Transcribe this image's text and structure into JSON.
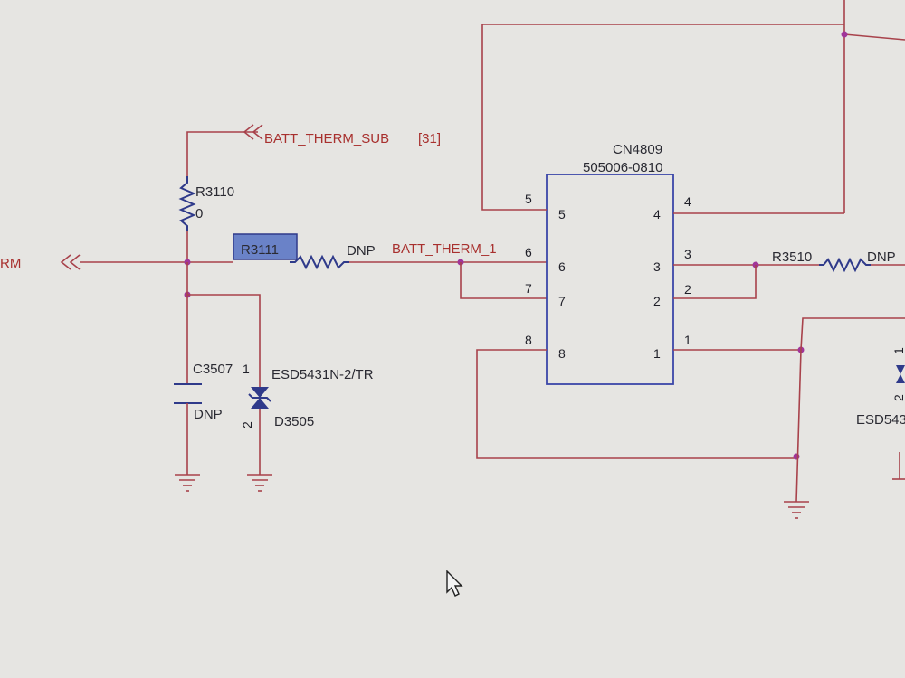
{
  "nets": {
    "batt_therm_sub": "BATT_THERM_SUB",
    "batt_therm_sub_ref": "[31]",
    "batt_therm_1": "BATT_THERM_1",
    "left_net_partial": "RM"
  },
  "components": {
    "r3110": {
      "ref": "R3110",
      "value": "0"
    },
    "r3111": {
      "ref": "R3111",
      "value": "DNP"
    },
    "c3507": {
      "ref": "C3507",
      "value": "DNP"
    },
    "d3505": {
      "ref": "D3505",
      "part": "ESD5431N-2/TR",
      "pin1": "1",
      "pin2": "2"
    },
    "r3510": {
      "ref": "R3510",
      "value": "DNP"
    },
    "d_right": {
      "part": "ESD543",
      "pin1": "1",
      "pin2": "2"
    }
  },
  "connector": {
    "ref": "CN4809",
    "part": "505006-0810",
    "outer_pins": [
      "5",
      "4",
      "6",
      "3",
      "7",
      "2",
      "8",
      "1"
    ],
    "inner_pins": [
      "5",
      "4",
      "6",
      "3",
      "7",
      "2",
      "8",
      "1"
    ]
  },
  "colors": {
    "wire": "#a8424b",
    "component": "#2f3a8a",
    "junction": "#a0359a",
    "highlight": "#6a82c8",
    "background": "#e6e5e2"
  }
}
